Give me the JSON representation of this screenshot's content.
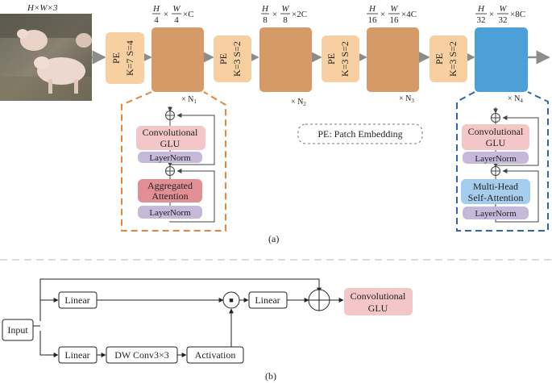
{
  "input_image": {
    "label": "H×W×3"
  },
  "stages": [
    {
      "pe_label": "PE",
      "pe_params": "K=7 S=4",
      "dim_h": "H",
      "dim_hd": "4",
      "dim_w": "W",
      "dim_wd": "4",
      "dim_c": "×C",
      "repeat": "× N",
      "repeat_sub": "1"
    },
    {
      "pe_label": "PE",
      "pe_params": "K=3 S=2",
      "dim_h": "H",
      "dim_hd": "8",
      "dim_w": "W",
      "dim_wd": "8",
      "dim_c": "×2C",
      "repeat": "× N",
      "repeat_sub": "2"
    },
    {
      "pe_label": "PE",
      "pe_params": "K=3 S=2",
      "dim_h": "H",
      "dim_hd": "16",
      "dim_w": "W",
      "dim_wd": "16",
      "dim_c": "×4C",
      "repeat": "× N",
      "repeat_sub": "3"
    },
    {
      "pe_label": "PE",
      "pe_params": "K=3 S=2",
      "dim_h": "H",
      "dim_hd": "32",
      "dim_w": "W",
      "dim_wd": "32",
      "dim_c": "×8C",
      "repeat": "× N",
      "repeat_sub": "4"
    }
  ],
  "left_block": {
    "glu_line1": "Convolutional",
    "glu_line2": "GLU",
    "norm1": "LayerNorm",
    "attn_line1": "Aggregated",
    "attn_line2": "Attention",
    "norm2": "LayerNorm"
  },
  "right_block": {
    "glu_line1": "Convolutional",
    "glu_line2": "GLU",
    "norm1": "LayerNorm",
    "attn_line1": "Multi-Head",
    "attn_line2": "Self-Attention",
    "norm2": "LayerNorm"
  },
  "legend": "PE:  Patch Embedding",
  "caption_a": "(a)",
  "caption_b": "(b)",
  "glu_diagram": {
    "input": "Input",
    "linear_top": "Linear",
    "linear_bottom": "Linear",
    "dwconv": "DW Conv3×3",
    "activation": "Activation",
    "linear_out": "Linear",
    "multiply_symbol": "■",
    "output_line1": "Convolutional",
    "output_line2": "GLU"
  },
  "colors": {
    "pe": "#f7cfa0",
    "stage": "#d59a68",
    "stage_last": "#4d9fd8",
    "glu_pink": "#f3c7c8",
    "attn_red": "#e28e95",
    "norm_purple": "#c5b8d8",
    "mhsa_blue": "#a6cdee",
    "dash_orange": "#e8843a",
    "dash_blue": "#2e66ad",
    "arrow_gray": "#8c8c8c"
  }
}
